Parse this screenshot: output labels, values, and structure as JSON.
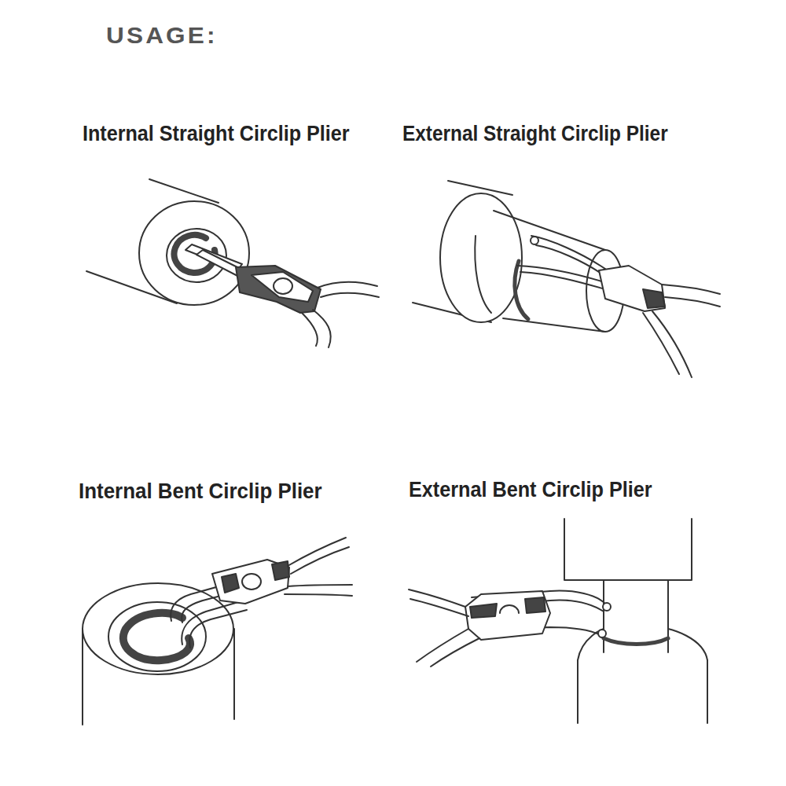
{
  "diagram": {
    "title": "USAGE:",
    "labels": [
      "Internal Straight Circlip Plier",
      "External Straight Circlip Plier",
      "Internal Bent Circlip Plier",
      "External Bent Circlip Plier"
    ]
  }
}
